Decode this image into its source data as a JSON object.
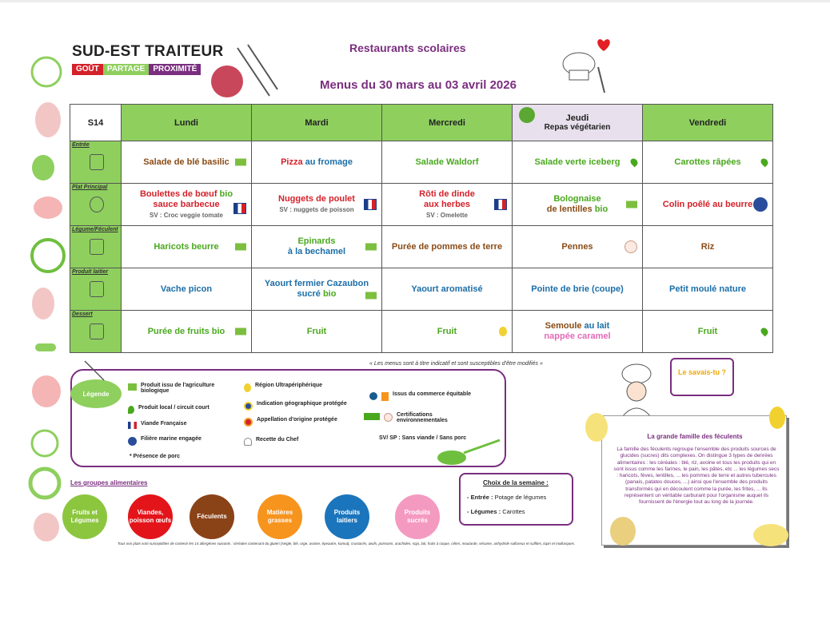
{
  "brand": {
    "name": "SUD-EST TRAITEUR",
    "tag1": "GOÛT",
    "tag2": "PARTAGE",
    "tag3": "PROXIMITÉ"
  },
  "header": {
    "title": "Restaurants scolaires",
    "subtitle": "Menus du 30 mars au 03 avril 2026"
  },
  "week": "S14",
  "days": [
    "Lundi",
    "Mardi",
    "Mercredi",
    "Jeudi",
    "Vendredi"
  ],
  "veg_day_subtitle": "Repas végétarien",
  "categories": [
    "Entrée",
    "Plat Principal",
    "Légume/Féculent",
    "Produit laitier",
    "Dessert"
  ],
  "menu": {
    "entree": [
      {
        "text": "Salade de blé basilic"
      },
      {
        "a": "Pizza ",
        "b": "au fromage"
      },
      {
        "text": "Salade Waldorf"
      },
      {
        "text": "Salade verte iceberg"
      },
      {
        "text": "Carottes râpées"
      }
    ],
    "plat": [
      {
        "a": "Boulettes de bœuf ",
        "b": "bio",
        "c": "sauce barbecue",
        "sv": "SV : Croc veggie tomate"
      },
      {
        "a": "Nuggets de poulet",
        "sv": "SV : nuggets de poisson"
      },
      {
        "a": "Rôti de dinde",
        "c": "aux herbes",
        "sv": "SV : Omelette"
      },
      {
        "a": "Bolognaise",
        "c": "de lentilles ",
        "b": "bio"
      },
      {
        "text": "Colin poêlé au beurre"
      }
    ],
    "legume": [
      {
        "text": "Haricots beurre"
      },
      {
        "a": "Epinards",
        "c": "à la bechamel"
      },
      {
        "text": "Purée de pommes de terre"
      },
      {
        "text": "Pennes"
      },
      {
        "text": "Riz"
      }
    ],
    "laitier": [
      {
        "text": "Vache picon"
      },
      {
        "a": "Yaourt fermier Cazaubon",
        "c": "sucré ",
        "b": "bio"
      },
      {
        "text": "Yaourt aromatisé"
      },
      {
        "text": "Pointe de brie (coupe)"
      },
      {
        "text": "Petit moulé nature"
      }
    ],
    "dessert": [
      {
        "a": "Purée de fruits ",
        "b": "bio"
      },
      {
        "text": "Fruit"
      },
      {
        "text": "Fruit"
      },
      {
        "a": "Semoule ",
        "b": "au lait",
        "c": "nappée caramel"
      },
      {
        "text": "Fruit"
      }
    ]
  },
  "disclaimer": "« Les menus sont à titre indicatif et sont susceptibles d'être modifiés »",
  "legend": {
    "label": "Légende",
    "bio": "Produit issu de l'agriculture biologique",
    "local": "Produit local / circuit court",
    "vf": "Viande Française",
    "msc": "Filière marine engagée",
    "porc": "* Présence de porc",
    "rup": "Région Ultrapériphérique",
    "igp": "Indication géographique protégée",
    "aop": "Appellation d'origine protégée",
    "chef": "Recette du Chef",
    "equitable": "Issus du commerce équitable",
    "certif": "Certifications environnementales",
    "svsp": "SV/ SP : Sans viande / Sans porc"
  },
  "groups": {
    "title": "Les groupes alimentaires",
    "items": [
      {
        "label": "Fruits et Légumes",
        "color": "#8cc63f"
      },
      {
        "label": "Viandes, poisson œufs",
        "color": "#e3151a"
      },
      {
        "label": "Féculents",
        "color": "#8a4217"
      },
      {
        "label": "Matières grasses",
        "color": "#f7941d"
      },
      {
        "label": "Produits laitiers",
        "color": "#1b75bc"
      },
      {
        "label": "Produits sucrés",
        "color": "#f49ac1"
      }
    ]
  },
  "choice": {
    "title": "Choix de la semaine :",
    "entree_label": "- Entrée :",
    "entree_value": "Potage de légumes",
    "legumes_label": "- Légumes :",
    "legumes_value": "Carottes"
  },
  "allergens": "Tous nos plats sont susceptibles de contenir les 14 allergènes suivants : céréales contenant du gluten (seigle, blé, orge, avoine, épeautre, kamut), crustacés, œufs, poissons, arachides, soja, lait, fruits à coque, céleri, moutarde, sésame, anhydride sulfureux et sulfites, lupin et mollusques.",
  "bubble": "Le savais-tu ?",
  "famille": {
    "title": "La grande famille des féculents",
    "text": "La famille des féculents regroupe l'ensemble des produits sources de glucides (sucres) dits complexes. On distingue 3 types de denrées alimentaires : les céréales : blé, riz, avoine et tous les produits qui en sont issus comme les farines, le pain, les pâtes, etc ... les légumes secs : haricots, fèves, lentilles, ... les pommes de terre et autres tubercules (panais, patates douces, ...) ainsi que l'ensemble des produits transformés qui en découlent comme la purée, les frites, ... Ils représentent un véritable carburant pour l'organisme auquel ils fournissent de l'énergie tout au long de la journée."
  },
  "colors": {
    "accent": "#7a2e7f",
    "header_green": "#8ecf5e",
    "red": "#d3222a",
    "green": "#4aa81e",
    "blue": "#1c6ea8",
    "brown": "#8a4b15"
  }
}
